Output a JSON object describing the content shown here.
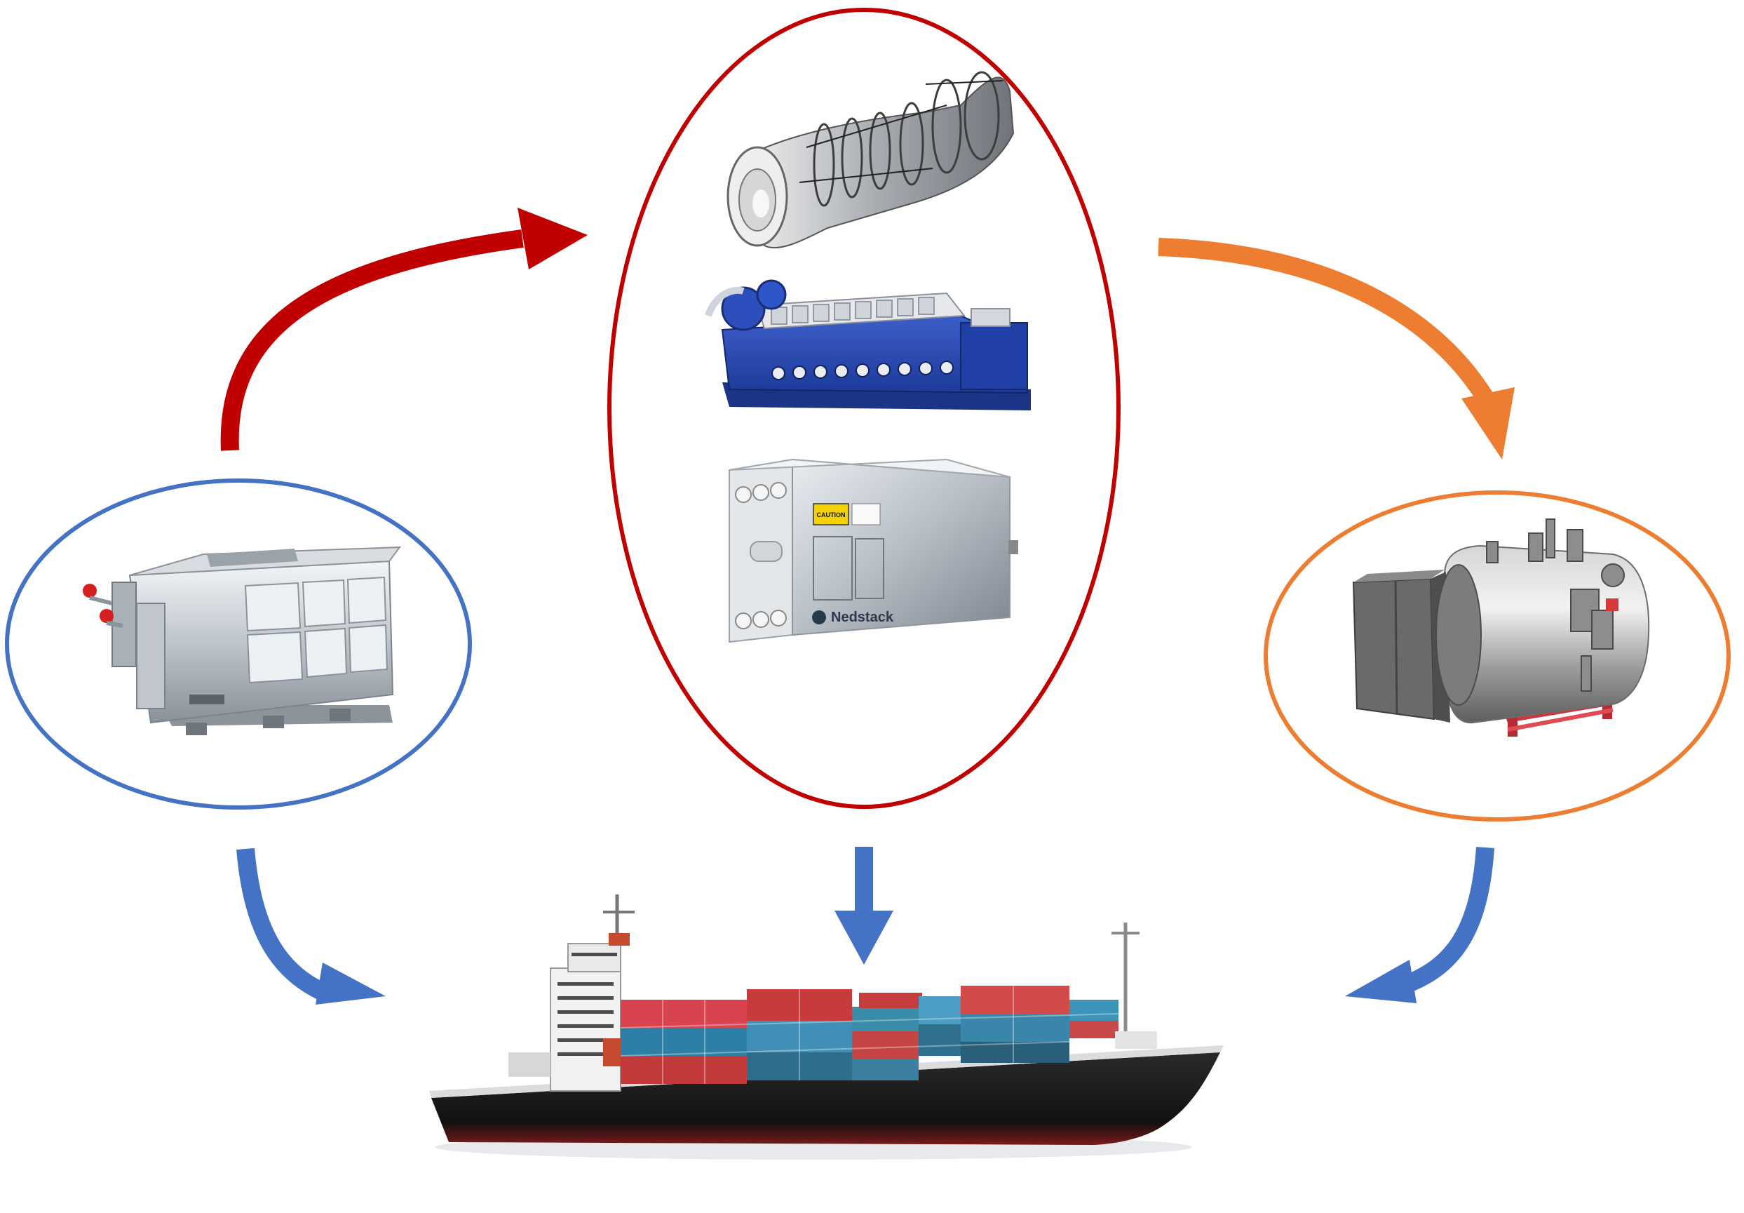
{
  "diagram": {
    "colors": {
      "blue": "#4472C4",
      "red": "#C00000",
      "orange": "#ED7D31"
    },
    "nodes": [
      {
        "id": "storage-unit",
        "icon": "storage-module-icon",
        "outline_color": "#4472C4"
      },
      {
        "id": "power-converters",
        "icons": [
          "gas-turbine-icon",
          "diesel-engine-icon",
          "fuel-cell-icon"
        ],
        "outline_color": "#C00000"
      },
      {
        "id": "boiler",
        "icon": "boiler-icon",
        "outline_color": "#ED7D31"
      },
      {
        "id": "ship",
        "icon": "container-ship-icon"
      }
    ],
    "fuel_cell": {
      "brand": "Nedstack",
      "caution_label": "CAUTION"
    },
    "arrows": [
      {
        "from": "storage-unit",
        "to": "power-converters",
        "color": "#C00000"
      },
      {
        "from": "power-converters",
        "to": "boiler",
        "color": "#ED7D31"
      },
      {
        "from": "storage-unit",
        "to": "ship",
        "color": "#4472C4"
      },
      {
        "from": "power-converters",
        "to": "ship",
        "color": "#4472C4"
      },
      {
        "from": "boiler",
        "to": "ship",
        "color": "#4472C4"
      }
    ]
  }
}
